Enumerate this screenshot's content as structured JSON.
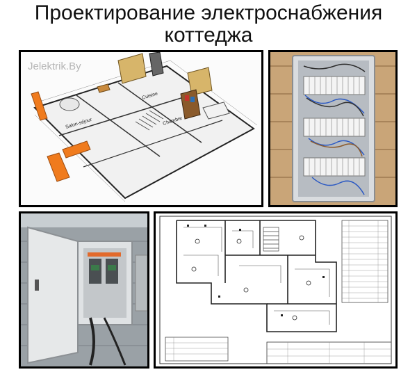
{
  "header": {
    "title_line1": "Проектирование электроснабжения",
    "title_line2": "коттеджа"
  },
  "panels": {
    "floorplan": {
      "watermark": "Jelektrik.By",
      "room1": "Salon-séjour",
      "room2": "Cuisine",
      "room3": "Chambre"
    },
    "breaker_panel": {},
    "meter_cabinet": {},
    "electrical_drawing": {}
  }
}
